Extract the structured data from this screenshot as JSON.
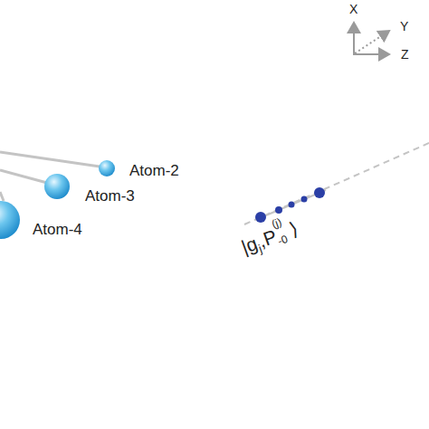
{
  "diagram": {
    "labels": [
      "X",
      "Y",
      "Z",
      "Atom-2",
      "Atom-3",
      "Atom-4",
      "|g",
      "j",
      ",P",
      "(j)",
      "-0",
      "⟩"
    ]
  }
}
